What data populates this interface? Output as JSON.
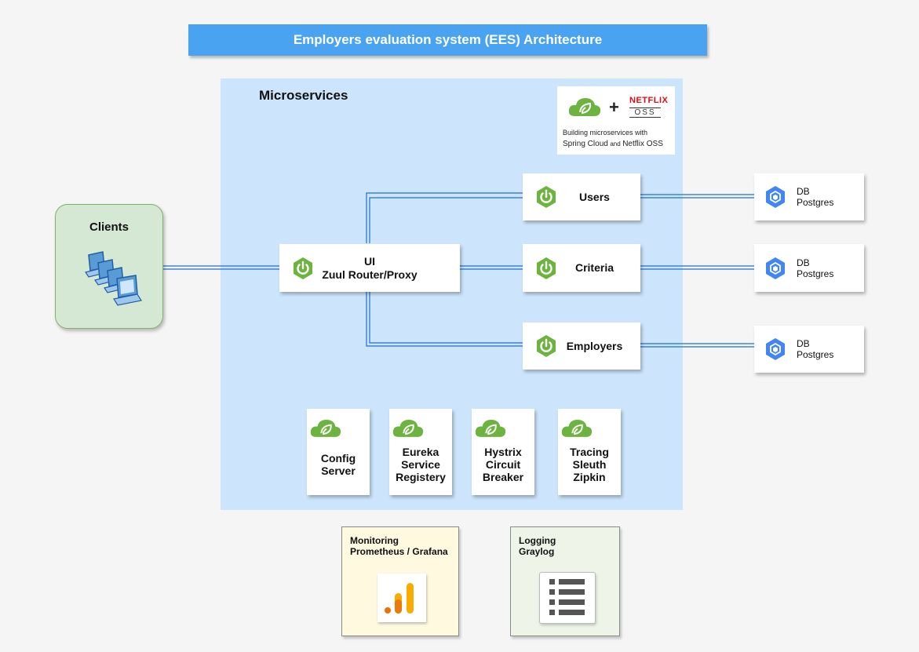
{
  "title": "Employers evaluation system (EES) Architecture",
  "microservices": {
    "label": "Microservices",
    "branding": {
      "netflix": "NETFLIX",
      "oss": "OSS",
      "caption_line1": "Building microservices with",
      "caption_line2_a": "Spring Cloud",
      "caption_line2_and": "and",
      "caption_line2_b": "Netflix OSS"
    }
  },
  "clients": {
    "label": "Clients"
  },
  "gateway": {
    "line1": "UI",
    "line2": "Zuul Router/Proxy"
  },
  "services": [
    {
      "label": "Users"
    },
    {
      "label": "Criteria"
    },
    {
      "label": "Employers"
    }
  ],
  "databases": [
    {
      "line1": "DB",
      "line2": "Postgres"
    },
    {
      "line1": "DB",
      "line2": "Postgres"
    },
    {
      "line1": "DB",
      "line2": "Postgres"
    }
  ],
  "tools": [
    {
      "lines": [
        "Config",
        "Server"
      ]
    },
    {
      "lines": [
        "Eureka",
        "Service",
        "Registery"
      ]
    },
    {
      "lines": [
        "Hystrix",
        "Circuit",
        "Breaker"
      ]
    },
    {
      "lines": [
        "Tracing",
        "Sleuth",
        "Zipkin"
      ]
    }
  ],
  "monitoring": {
    "label": "Monitoring\nPrometheus / Grafana"
  },
  "logging": {
    "label": "Logging\nGraylog"
  },
  "colors": {
    "title_bg": "#4aa3f0",
    "ms_bg": "#cce5fc",
    "clients_bg": "#d5e8d4",
    "connector": "#1f6fd0",
    "spring_green": "#6db33f",
    "postgres_blue": "#4285f4",
    "netflix_red": "#e50914",
    "monitoring_bg": "#fff9e0",
    "logging_bg": "#eef5e8"
  }
}
